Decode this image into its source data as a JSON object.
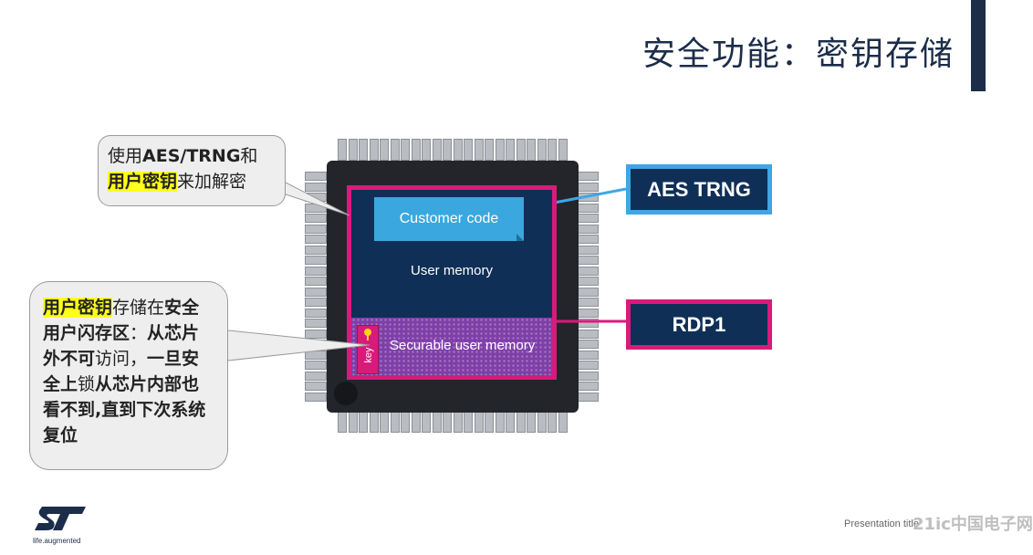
{
  "slide": {
    "title": "安全功能：密钥存储",
    "footer_text": "Presentation title",
    "watermark": "21ic中国电子网",
    "logo_tagline": "life.augmented"
  },
  "chip": {
    "customer_code": "Customer  code",
    "user_memory": "User memory",
    "securable_memory": "Securable user memory",
    "key_label": "key"
  },
  "labels": {
    "aes_trng": "AES TRNG",
    "rdp1": "RDP1"
  },
  "callout1": {
    "prefix": "使用",
    "bold": "AES/TRNG",
    "mid": "和",
    "highlight": "用户密钥",
    "suffix": "来加解密"
  },
  "callout2": {
    "highlight": "用户密钥",
    "text1": "存储在",
    "bold1": "安全用户闪存区",
    "text2": "：",
    "bold2": "从芯片外不可",
    "text3": "访问，",
    "bold3": "一旦安全上",
    "text4": "锁",
    "bold4": "从芯片内部也看不到,直到下次系统复位"
  },
  "colors": {
    "navy": "#0f2f57",
    "magenta": "#d81b7a",
    "blue": "#3ea6e6",
    "highlight": "#ffff1a"
  }
}
